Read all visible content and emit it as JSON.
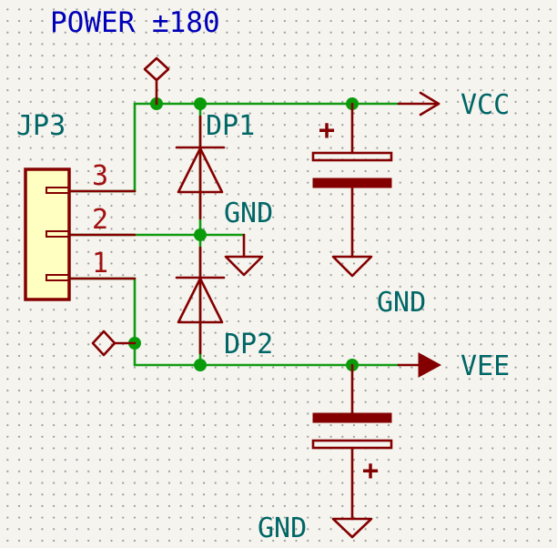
{
  "title": "POWER ±180",
  "connector": {
    "ref": "JP3",
    "pins": [
      "3",
      "2",
      "1"
    ]
  },
  "diodes": {
    "top": "DP1",
    "bottom": "DP2"
  },
  "nets": {
    "vcc": "VCC",
    "vee": "VEE",
    "gnd": "GND"
  },
  "capacitor_polarity": "+",
  "colors": {
    "wire": "#129b12",
    "junction": "#0a9b0a",
    "component": "#840000",
    "net_label": "#006666",
    "title": "#0000b8",
    "connector_fill": "#ffffc2"
  }
}
